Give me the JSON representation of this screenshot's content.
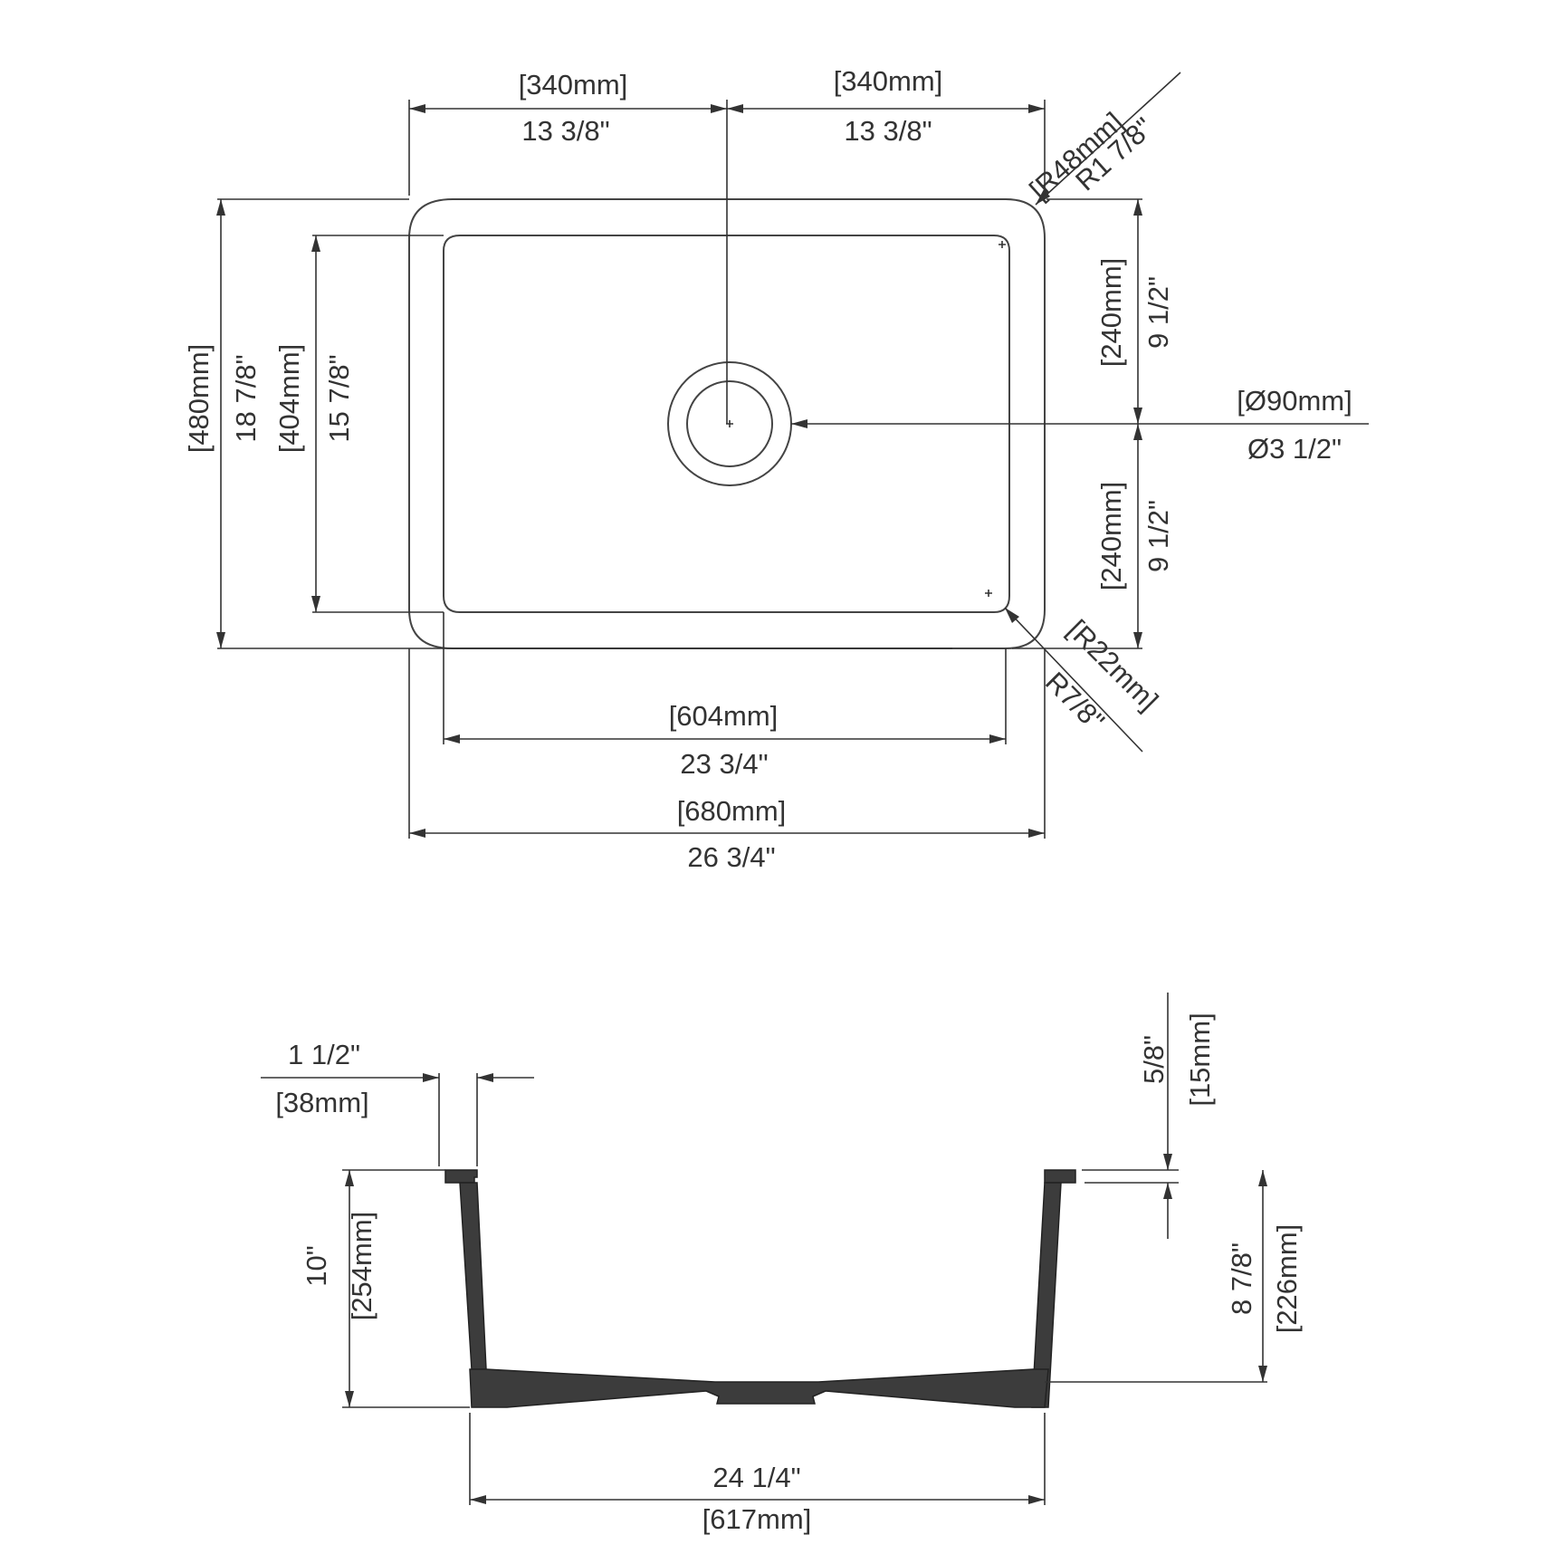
{
  "top_view": {
    "half_width_left": {
      "mm": "[340mm]",
      "in": "13 3/8\""
    },
    "half_width_right": {
      "mm": "[340mm]",
      "in": "13 3/8\""
    },
    "outer_radius": {
      "mm": "[R48mm]",
      "in": "R1 7/8\""
    },
    "overall_depth": {
      "mm": "[480mm]",
      "in": "18 7/8\""
    },
    "inner_depth": {
      "mm": "[404mm]",
      "in": "15 7/8\""
    },
    "drain_to_back": {
      "mm": "[240mm]",
      "in": "9 1/2\""
    },
    "drain_to_front": {
      "mm": "[240mm]",
      "in": "9 1/2\""
    },
    "drain_diameter": {
      "mm": "[Ø90mm]",
      "in": "Ø3 1/2\""
    },
    "inner_radius": {
      "mm": "[R22mm]",
      "in": "R7/8\""
    },
    "inner_width": {
      "mm": "[604mm]",
      "in": "23 3/4\""
    },
    "overall_width": {
      "mm": "[680mm]",
      "in": "26 3/4\""
    }
  },
  "side_view": {
    "rim_width": {
      "in": "1 1/2\"",
      "mm": "[38mm]"
    },
    "rim_thickness": {
      "in": "5/8\"",
      "mm": "[15mm]"
    },
    "overall_height": {
      "in": "10\"",
      "mm": "[254mm]"
    },
    "inner_height": {
      "in": "8 7/8\"",
      "mm": "[226mm]"
    },
    "bottom_width": {
      "in": "24 1/4\"",
      "mm": "[617mm]"
    }
  }
}
